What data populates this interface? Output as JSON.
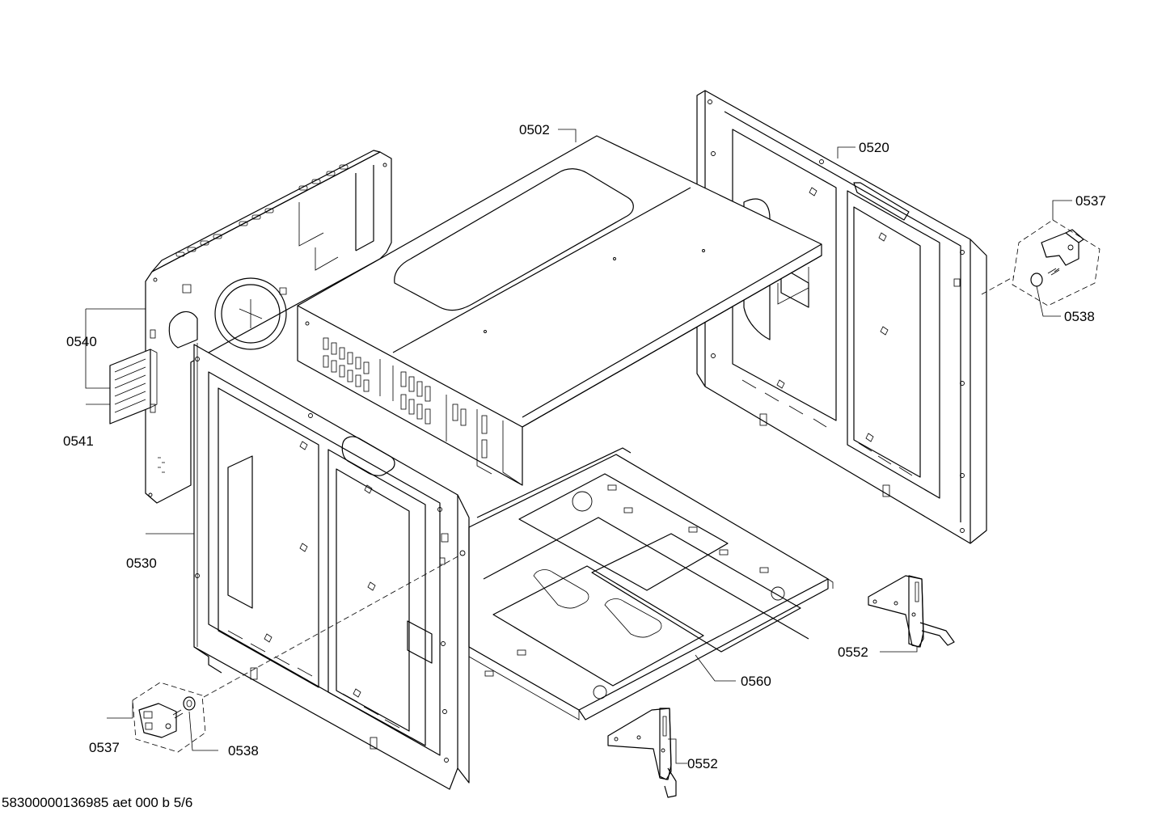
{
  "labels": {
    "p0502": "0502",
    "p0520": "0520",
    "p0537_top": "0537",
    "p0538_top": "0538",
    "p0540": "0540",
    "p0541": "0541",
    "p0530": "0530",
    "p0560": "0560",
    "p0552_right": "0552",
    "p0552_bottom": "0552",
    "p0537_bottom": "0537",
    "p0538_bottom": "0538"
  },
  "footer": {
    "doc_code": "58300000136985 aet 000 b 5/6"
  }
}
